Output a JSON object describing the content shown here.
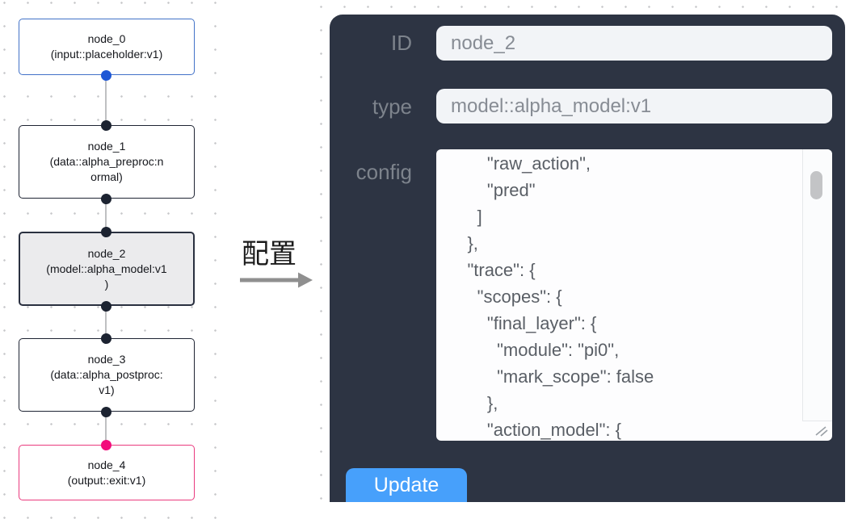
{
  "canvas": {
    "nodes": [
      {
        "id": "node_0",
        "type": "input::placeholder:v1",
        "variant": "input",
        "lines": [
          "node_0",
          "(input::placeholder:v1)"
        ]
      },
      {
        "id": "node_1",
        "type": "data::alpha_preproc:normal",
        "variant": "default",
        "lines": [
          "node_1",
          "(data::alpha_preproc:n",
          "ormal)"
        ]
      },
      {
        "id": "node_2",
        "type": "model::alpha_model:v1",
        "variant": "selected",
        "lines": [
          "node_2",
          "(model::alpha_model:v1",
          ")"
        ]
      },
      {
        "id": "node_3",
        "type": "data::alpha_postproc:v1",
        "variant": "default",
        "lines": [
          "node_3",
          "(data::alpha_postproc:",
          "v1)"
        ]
      },
      {
        "id": "node_4",
        "type": "output::exit:v1",
        "variant": "output",
        "lines": [
          "node_4",
          "(output::exit:v1)"
        ]
      }
    ],
    "colors": {
      "input_border": "#4272c8",
      "default_border": "#1e2433",
      "selected_border": "#2a3040",
      "selected_fill": "#ebebed",
      "output_border": "#ea3a7e",
      "port_default": "#1c2331",
      "port_input": "#1e57d5",
      "port_output": "#f20c7b",
      "edge": "#bfc0c2",
      "grid_dot": "#c7c8ca"
    }
  },
  "annotation": {
    "label": "配置"
  },
  "panel": {
    "background": "#2d3443",
    "fields": [
      {
        "label": "ID",
        "value": "node_2"
      },
      {
        "label": "type",
        "value": "model::alpha_model:v1"
      }
    ],
    "config": {
      "label": "config",
      "text": "        \"raw_action\",\n        \"pred\"\n      ]\n    },\n    \"trace\": {\n      \"scopes\": {\n        \"final_layer\": {\n          \"module\": \"pi0\",\n          \"mark_scope\": false\n        },\n        \"action_model\": {"
    },
    "update_button": {
      "label": "Update",
      "color": "#47a0fb"
    }
  }
}
